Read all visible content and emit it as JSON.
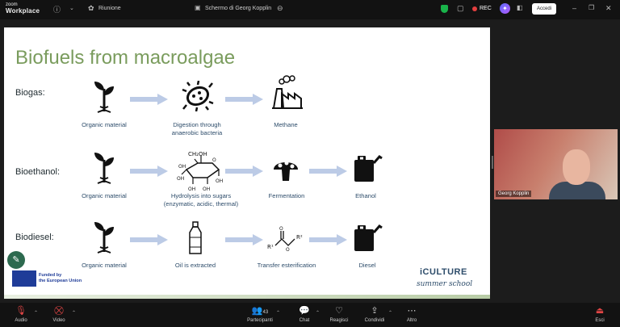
{
  "app": {
    "logo_top": "zoom",
    "logo_bottom": "Workplace"
  },
  "titlebar": {
    "meeting_label": "Riunione",
    "tab_title": "Schermo di Georg Kopplin",
    "rec_label": "REC",
    "signin_label": "Accedi"
  },
  "slide": {
    "title": "Biofuels from macroalgae",
    "rows": [
      {
        "label": "Biogas:",
        "steps": [
          "Organic material",
          "Digestion through\nanaerobic bacteria",
          "Methane"
        ]
      },
      {
        "label": "Bioethanol:",
        "steps": [
          "Organic material",
          "Hydrolysis into sugars\n(enzymatic, acidic, thermal)",
          "Fermentation",
          "Ethanol"
        ]
      },
      {
        "label": "Biodiesel:",
        "steps": [
          "Organic material",
          "Oil is extracted",
          "Transfer esterification",
          "Diesel"
        ]
      }
    ],
    "chem": {
      "oh": "OH",
      "ch2oh": "CH₂OH",
      "r1": "R¹",
      "r2": "R²",
      "o": "O"
    },
    "funding": {
      "line1": "Funded by",
      "line2": "the European Union"
    },
    "brand": {
      "main": "iCULTURE",
      "sub": "summer school"
    }
  },
  "video": {
    "participant_name": "Georg Kopplin"
  },
  "toolbar": {
    "audio": "Audio",
    "video": "Video",
    "participants": "Partecipanti",
    "participants_count": "43",
    "chat": "Chat",
    "reactions": "Reagisci",
    "share": "Condividi",
    "more": "Altro",
    "leave": "Esci"
  },
  "colors": {
    "title_green": "#7a9c5d",
    "caption_blue": "#2e4d6b",
    "arrow": "#bccbe6",
    "rec_red": "#e43f3f",
    "shield_green": "#19b34a"
  },
  "icons": [
    "plant-icon",
    "bacteria-icon",
    "factory-icon",
    "glucose-icon",
    "mushroom-icon",
    "jerrycan-icon",
    "bottle-icon",
    "ester-icon"
  ]
}
